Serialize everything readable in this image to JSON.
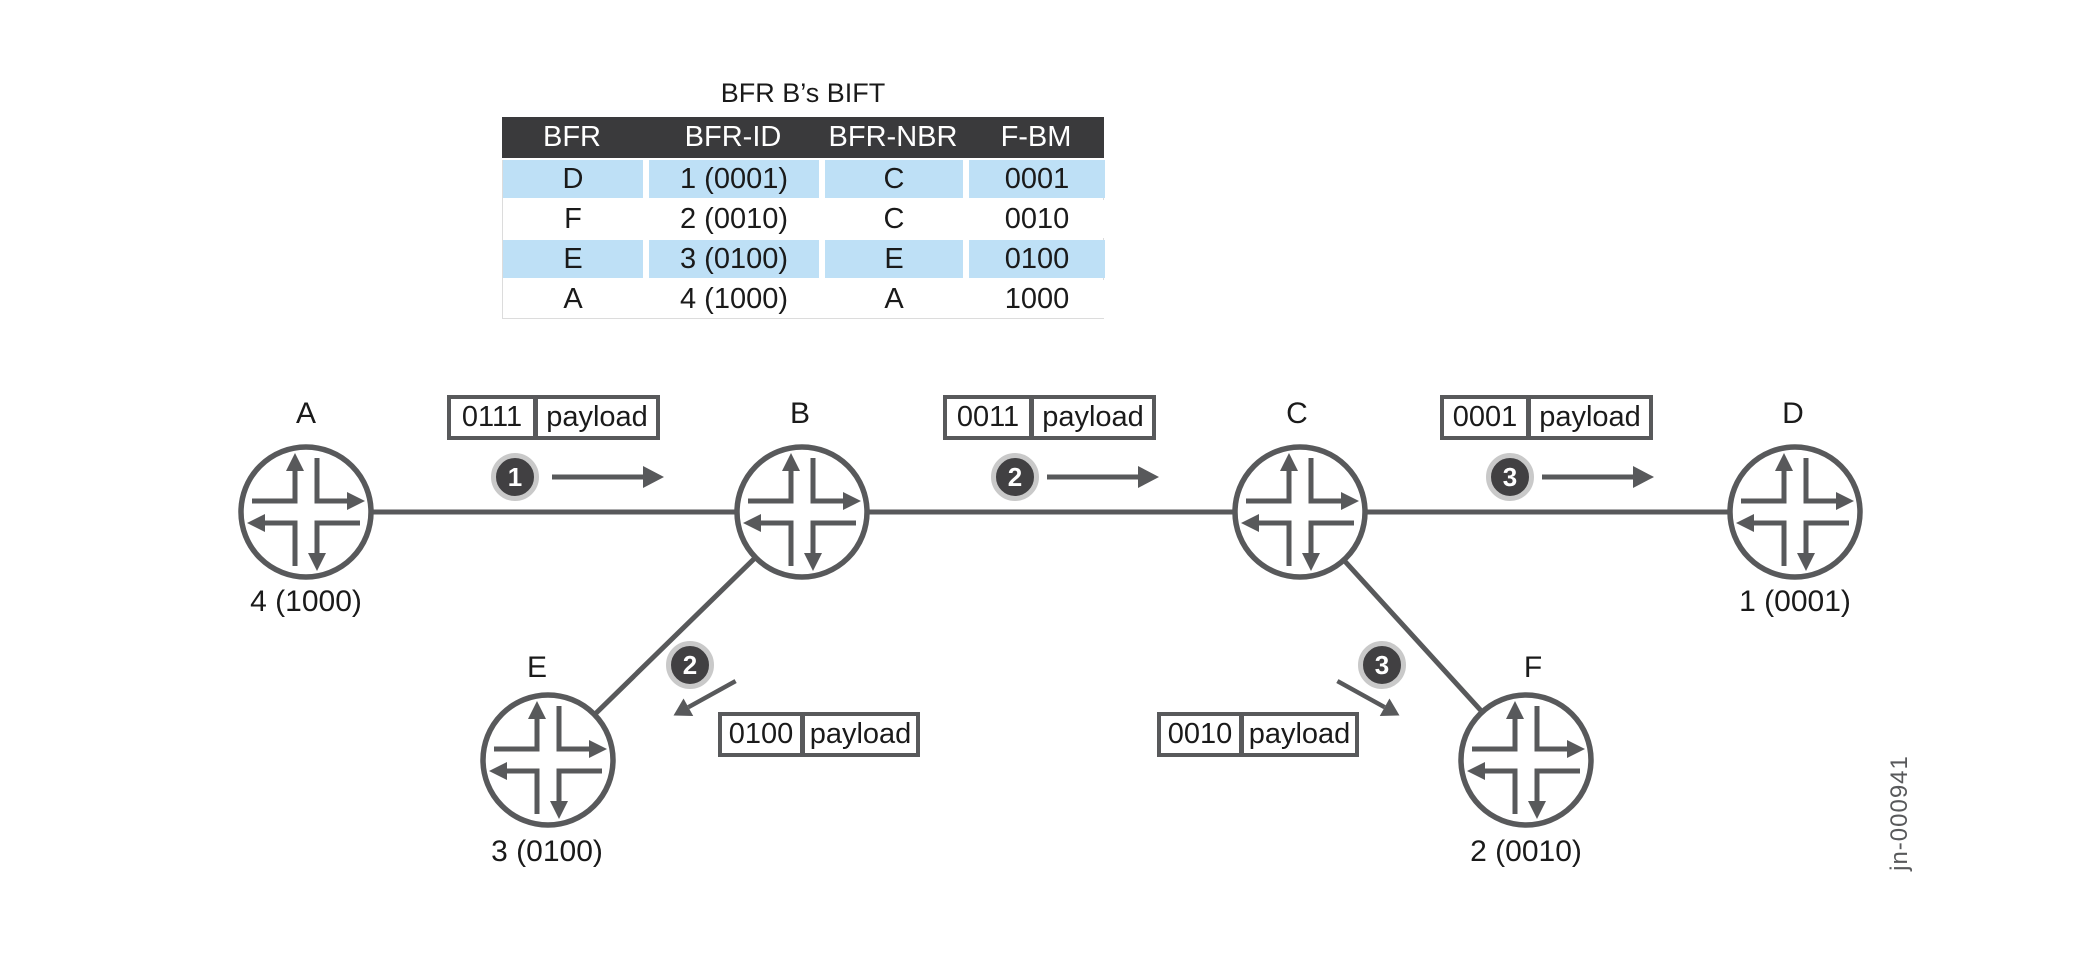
{
  "table": {
    "title": "BFR B’s BIFT",
    "columns": [
      "BFR",
      "BFR-ID",
      "BFR-NBR",
      "F-BM"
    ],
    "rows": [
      [
        "D",
        "1 (0001)",
        "C",
        "0001"
      ],
      [
        "F",
        "2 (0010)",
        "C",
        "0010"
      ],
      [
        "E",
        "3 (0100)",
        "E",
        "0100"
      ],
      [
        "A",
        "4 (1000)",
        "A",
        "1000"
      ]
    ]
  },
  "nodes": {
    "A": {
      "label": "A",
      "id_label": "4 (1000)"
    },
    "B": {
      "label": "B"
    },
    "C": {
      "label": "C"
    },
    "D": {
      "label": "D",
      "id_label": "1 (0001)"
    },
    "E": {
      "label": "E",
      "id_label": "3 (0100)"
    },
    "F": {
      "label": "F",
      "id_label": "2 (0010)"
    }
  },
  "packets": {
    "ab": {
      "step": "1",
      "bitstring": "0111",
      "payload": "payload"
    },
    "bc": {
      "step": "2",
      "bitstring": "0011",
      "payload": "payload"
    },
    "cd": {
      "step": "3",
      "bitstring": "0001",
      "payload": "payload"
    },
    "be": {
      "step": "2",
      "bitstring": "0100",
      "payload": "payload"
    },
    "cf": {
      "step": "3",
      "bitstring": "0010",
      "payload": "payload"
    }
  },
  "figure_id": "jn-000941",
  "colors": {
    "line_gray": "#58595b",
    "text_black": "#1a1a1a",
    "table_header_bg": "#3a3a3c",
    "table_header_text": "#ffffff",
    "table_row_blue": "#bee0f6",
    "step_circle_fill": "#414042",
    "step_circle_ring": "#c9c9c9"
  }
}
